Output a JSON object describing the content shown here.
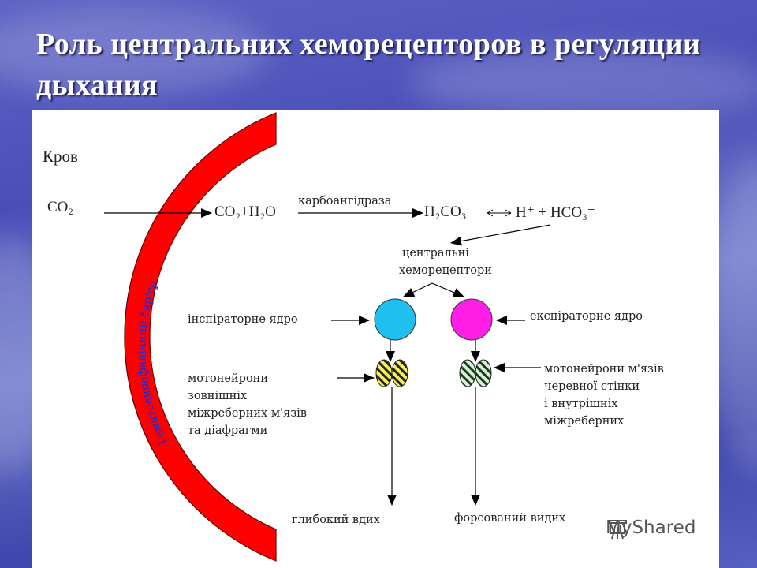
{
  "slide": {
    "title": "Роль центральних хеморецепторов в регуляции дыхания",
    "background_color": "#4a4fb8"
  },
  "diagram": {
    "blood_label": "Кров",
    "barrier_label": "Гематоенцефалічний бар'єр",
    "barrier_color": "#ff0000",
    "barrier_text_color": "#2a2ad0",
    "co2_left": "CO₂",
    "reaction_left": "CO₂+H₂O",
    "enzyme_label": "карбоангідраза",
    "reaction_mid": "H₂CO₃",
    "reaction_right": "H⁺ + HCO₃⁻",
    "chemoreceptors_line1": "центральні",
    "chemoreceptors_line2": "хеморецептори",
    "inspiratory_label": "інспіраторне ядро",
    "expiratory_label": "експіраторне ядро",
    "inspiratory_color": "#1fbff0",
    "expiratory_color": "#ff1ee6",
    "motoneurons_insp": [
      "мотонейрони",
      "зовнішніх",
      "міжреберних м'язів",
      "та діафрагми"
    ],
    "motoneurons_exp": [
      "мотонейрони м'язів",
      "черевної стінки",
      "і внутрішніх",
      "міжреберних"
    ],
    "outcome_insp": "глибокий вдих",
    "outcome_exp": "форсований видих"
  },
  "watermark": {
    "text": "MyShared",
    "icon": "presentation-board-icon"
  }
}
